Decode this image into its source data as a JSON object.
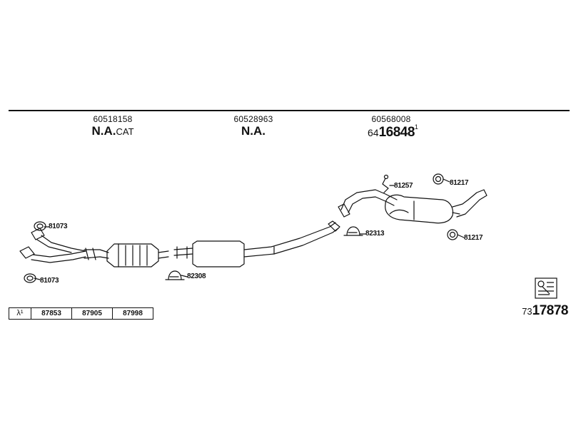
{
  "sections": [
    {
      "part_number": "60518158",
      "name_bold": "N.A.",
      "name_suffix": "CAT"
    },
    {
      "part_number": "60528963",
      "name_bold": "N.A.",
      "name_suffix": ""
    },
    {
      "part_number": "60568008",
      "ref_prefix": "64",
      "ref_main": "16848",
      "ref_sup": "1"
    }
  ],
  "labels": {
    "gasket_top_left": "81073",
    "gasket_bottom_left": "81073",
    "clamp_front": "82308",
    "clamp_rear": "82313",
    "hanger_rear": "81257",
    "ring_top_right": "81217",
    "ring_bottom_right": "81217"
  },
  "lambda_table": {
    "symbol": "λ¹",
    "values": [
      "87853",
      "87905",
      "87998"
    ]
  },
  "bottom_ref": {
    "prefix": "73",
    "main": "17878"
  },
  "icons": [
    "exhaust-manifold-downpipe-icon",
    "catalytic-converter-icon",
    "middle-silencer-icon",
    "rear-silencer-icon",
    "gasket-ring-icon",
    "u-clamp-icon",
    "hanger-icon",
    "installation-notes-icon"
  ]
}
